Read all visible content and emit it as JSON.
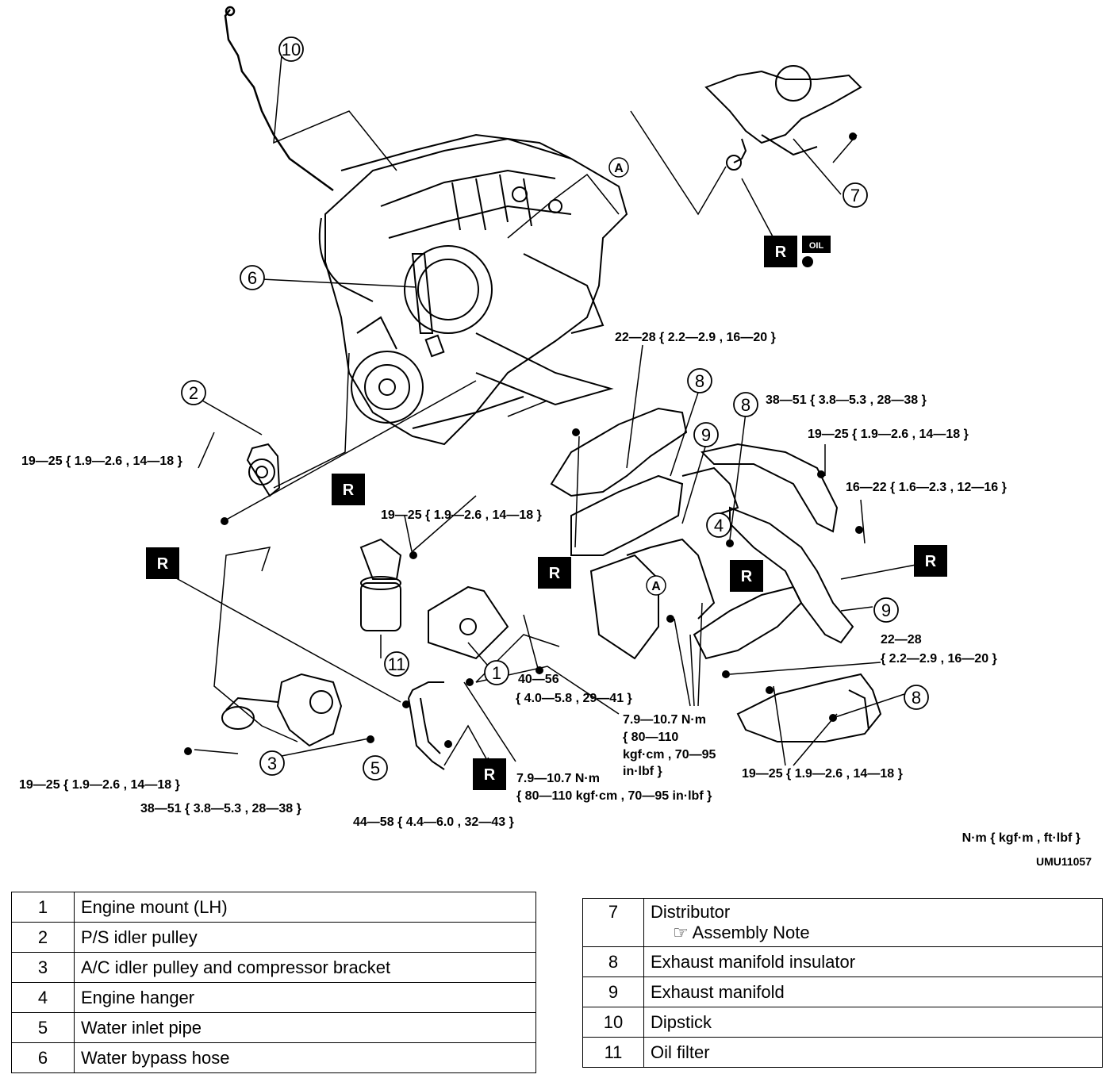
{
  "callouts": {
    "c1": "1",
    "c2": "2",
    "c3": "3",
    "c4": "4",
    "c5": "5",
    "c6": "6",
    "c7": "7",
    "c8": "8",
    "c9": "9",
    "c10": "10",
    "c11": "11",
    "ref_a": "A",
    "r_mark": "R",
    "oil_mark": "OIL"
  },
  "torques": {
    "t1": "22—28 { 2.2—2.9 , 16—20 }",
    "t2": "38—51 { 3.8—5.3 , 28—38 }",
    "t3": "19—25 { 1.9—2.6 , 14—18 }",
    "t4": "16—22 { 1.6—2.3 , 12—16 }",
    "t5": "19—25 { 1.9—2.6 , 14—18 }",
    "t6": "19—25 { 1.9—2.6 , 14—18 }",
    "t7": "40—56",
    "t7b": "{ 4.0—5.8 , 29—41 }",
    "t8a": "22—28",
    "t8b": "{ 2.2—2.9 , 16—20 }",
    "t9a": "7.9—10.7 N·m",
    "t9b": "{ 80—110",
    "t9c": "kgf·cm , 70—95",
    "t9d": "in·lbf }",
    "t10a": "7.9—10.7 N·m",
    "t10b": "{ 80—110 kgf·cm , 70—95 in·lbf }",
    "t11": "19—25 { 1.9—2.6 , 14—18 }",
    "t12": "19—25 { 1.9—2.6 , 14—18 }",
    "t13": "38—51 { 3.8—5.3 , 28—38 }",
    "t14": "44—58 { 4.4—6.0 , 32—43 }"
  },
  "units": "N·m { kgf·m , ft·lbf }",
  "figure_code": "UMU11057",
  "parts_left": [
    {
      "no": "1",
      "name": "Engine mount (LH)"
    },
    {
      "no": "2",
      "name": "P/S idler pulley"
    },
    {
      "no": "3",
      "name": "A/C idler pulley and compressor bracket"
    },
    {
      "no": "4",
      "name": "Engine hanger"
    },
    {
      "no": "5",
      "name": "Water inlet pipe"
    },
    {
      "no": "6",
      "name": "Water bypass hose"
    }
  ],
  "parts_right": [
    {
      "no": "7",
      "name": "Distributor",
      "note": "Assembly Note"
    },
    {
      "no": "8",
      "name": "Exhaust manifold insulator"
    },
    {
      "no": "9",
      "name": "Exhaust manifold"
    },
    {
      "no": "10",
      "name": "Dipstick"
    },
    {
      "no": "11",
      "name": "Oil filter"
    }
  ],
  "icons": {
    "note": "pointing-hand-icon"
  }
}
